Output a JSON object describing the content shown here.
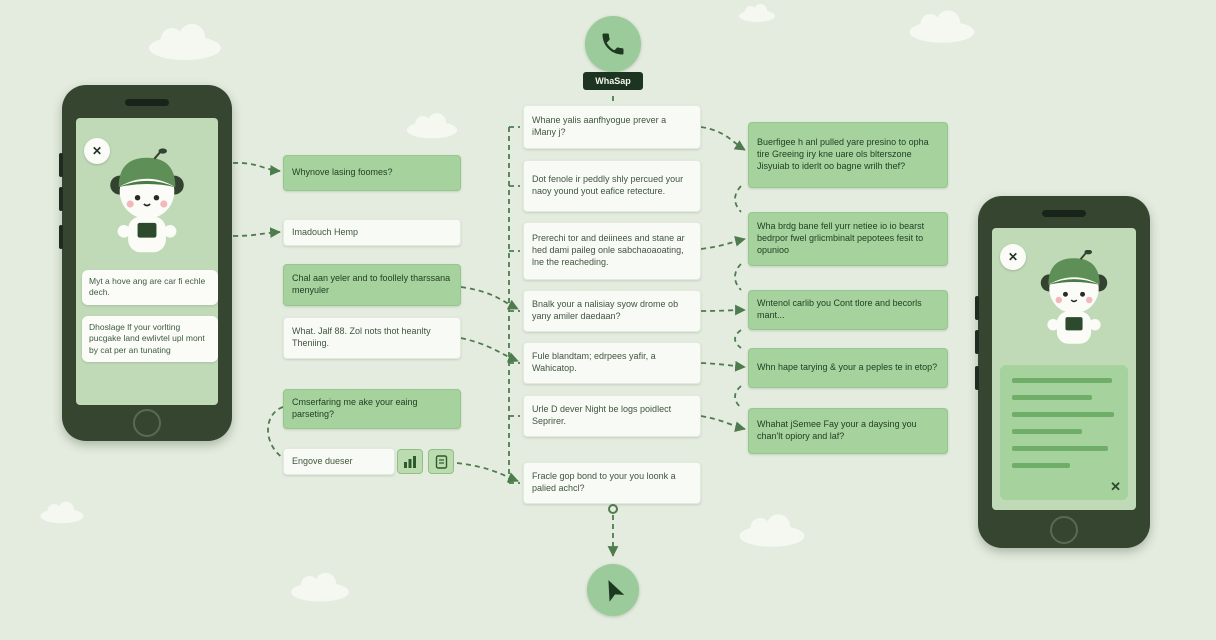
{
  "colors": {
    "background": "#e4ecdf",
    "box_green": "#a6d29d",
    "box_white": "#f8faf5",
    "dark_green": "#1d3420",
    "connector": "#4e7c4e",
    "phone_frame": "#36452f",
    "phone_screen": "#c0dab8",
    "node_circle": "#9bca9b"
  },
  "glyphs": {
    "close": "✕"
  },
  "whatsapp_node": {
    "label": "WhaSap",
    "icon": "phone-icon"
  },
  "bottom_node": {
    "icon": "navigation-arrow-icon"
  },
  "left_phone": {
    "messages": [
      {
        "text": "Myt a hove ang are car fi echle dech."
      },
      {
        "text": "Dhoslage lf your vorlting pucgake land ewlivtel upl mont by cat per an tunating"
      }
    ]
  },
  "flow": {
    "left_column": [
      {
        "style": "green",
        "text": "Whynove lasing foomes?"
      },
      {
        "style": "white",
        "text": "Imadouch Hemp"
      },
      {
        "style": "green",
        "text": "Chal aan yeler and to foollely tharssana menyuler"
      },
      {
        "style": "white",
        "text": "What. Jalf 88. Zol nots thot heanlty Theniing."
      },
      {
        "style": "green",
        "text": "Cmserfaring me ake your eaing parseting?"
      },
      {
        "style": "white",
        "text": "Engove dueser",
        "icons": [
          "chart-icon",
          "document-icon"
        ]
      }
    ],
    "center_column": [
      {
        "text": "Whane yalis aanfhyogue prever a iMany j?"
      },
      {
        "text": "Dot fenole ir peddly shly percued your naoy yound yout eafice retecture."
      },
      {
        "text": "Prerechi tor and deiinees and stane ar hed dami paileg onle sabchaoaoating, lne the reacheding."
      },
      {
        "text": "Bnalk your a nalisiay syow drome ob yany amiler daedaan?"
      },
      {
        "text": "Fule blandtam; edrpees yafir, a Wahicatop."
      },
      {
        "text": "Urle D dever Night be logs poidlect Seprirer."
      },
      {
        "text": "Fracle gop bond to your you loonk a palied achcl?"
      }
    ],
    "right_column": [
      {
        "text": "Buerfigee h anl pulled yare presino to opha tire Greeing iry kne uare ols blterszone Jisyuiab to iderlt oo bagne wrilh thef?"
      },
      {
        "text": "Wha brdg bane fell yurr netiee io io bearst bedrpor fwel grlicmbinalt pepotees fesit to opunioo"
      },
      {
        "text": "Wntenol carlib you Cont tlore and becorls mant..."
      },
      {
        "text": "Whn hape tarying & your a peples te in etop?"
      },
      {
        "text": "Whahat jSemee Fay your a daysing you chan'lt opiory and laf?"
      }
    ]
  }
}
